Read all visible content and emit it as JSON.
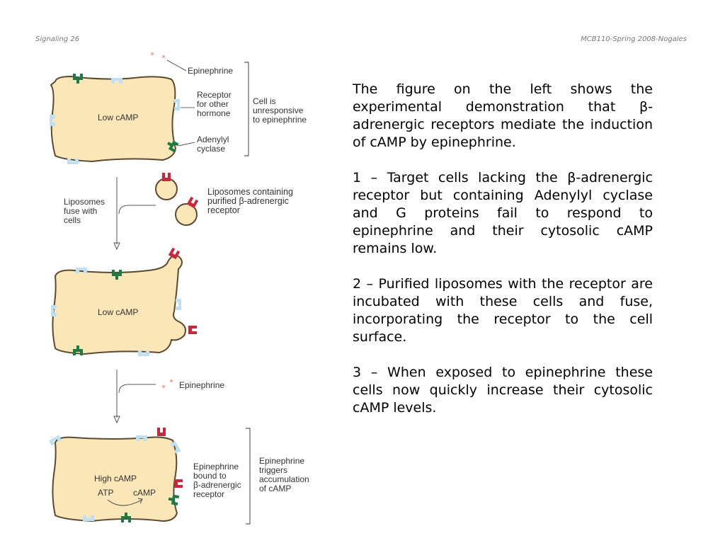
{
  "header": {
    "left": "Signaling 26",
    "right": "MCB110-Spring 2008-Nogales"
  },
  "figure": {
    "panel1": {
      "epinephrine": "Epinephrine",
      "low_camp": "Low cAMP",
      "receptor_label": [
        "Receptor",
        "for other",
        "hormone"
      ],
      "adenylyl_label": [
        "Adenylyl",
        "cyclase"
      ],
      "unresponsive_label": [
        "Cell is",
        "unresponsive",
        "to epinephrine"
      ]
    },
    "step1": {
      "fuse_label": [
        "Liposomes",
        "fuse with",
        "cells"
      ],
      "liposome_label": [
        "Liposomes containing",
        "purified β-adrenergic",
        "receptor"
      ]
    },
    "panel2": {
      "low_camp": "Low cAMP"
    },
    "step2": {
      "epinephrine": "Epinephrine"
    },
    "panel3": {
      "high_camp": "High cAMP",
      "atp": "ATP",
      "camp": "cAMP",
      "bound_label": [
        "Epinephrine",
        "bound to",
        "β-adrenergic",
        "receptor"
      ],
      "triggers_label": [
        "Epinephrine",
        "triggers",
        "accumulation",
        "of cAMP"
      ]
    },
    "colors": {
      "cell_fill": "#fbe6b8",
      "cell_stroke": "#5a4a32",
      "receptor_other": "#bfe0f2",
      "adenylyl_cyclase": "#1e7a45",
      "beta_receptor": "#c8283c",
      "epinephrine_dot": "#f2b3a6"
    }
  },
  "text": {
    "intro": "The figure on the left shows the experimental demonstration that β-adrenergic receptors mediate the induction of cAMP by epinephrine.",
    "point1": "1 – Target cells lacking the β-adrenergic receptor but containing Adenylyl cyclase and G proteins fail to respond to epinephrine and their cytosolic cAMP remains low.",
    "point2": "2 – Purified liposomes with the receptor are incubated with these cells and fuse, incorporating the receptor to the cell surface.",
    "point3": "3 – When exposed to epinephrine these cells now quickly increase their cytosolic cAMP levels."
  }
}
